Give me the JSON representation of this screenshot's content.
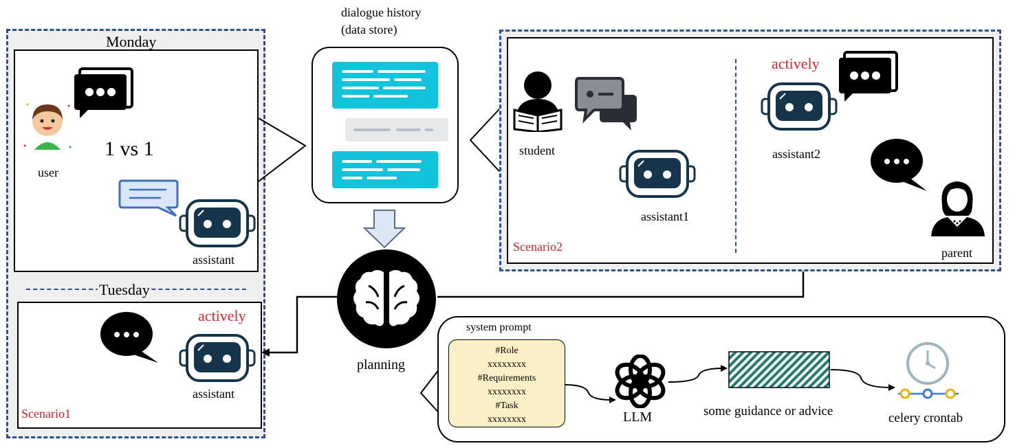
{
  "scenario1": {
    "label": "Scenario1",
    "monday": "Monday",
    "tuesday": "Tuesday",
    "vs_text": "1 vs 1",
    "user_label": "user",
    "assistant_label_top": "assistant",
    "assistant_label_bottom": "assistant",
    "actively": "actively"
  },
  "data_store": {
    "title_line1": "dialogue history",
    "title_line2": "(data store)"
  },
  "scenario2": {
    "label": "Scenario2",
    "student_label": "student",
    "assistant1_label": "assistant1",
    "assistant2_label": "assistant2",
    "parent_label": "parent",
    "actively": "actively"
  },
  "planning": {
    "label": "planning"
  },
  "pipeline": {
    "system_prompt_title": "system prompt",
    "prompt_lines": [
      "#Role",
      "xxxxxxxx",
      "#Requirements",
      "xxxxxxxx",
      "#Task",
      "xxxxxxxx"
    ],
    "llm_label": "LLM",
    "guidance_label": "some guidance or advice",
    "crontab_label": "celery crontab"
  },
  "colors": {
    "dashed_border": "#2f4e8c",
    "cyan": "#12c3dc",
    "prompt_fill": "#fbefc6",
    "hatch": "#1e7c6e",
    "accent_red": "#d9272e",
    "robot_dark": "#16354a"
  }
}
